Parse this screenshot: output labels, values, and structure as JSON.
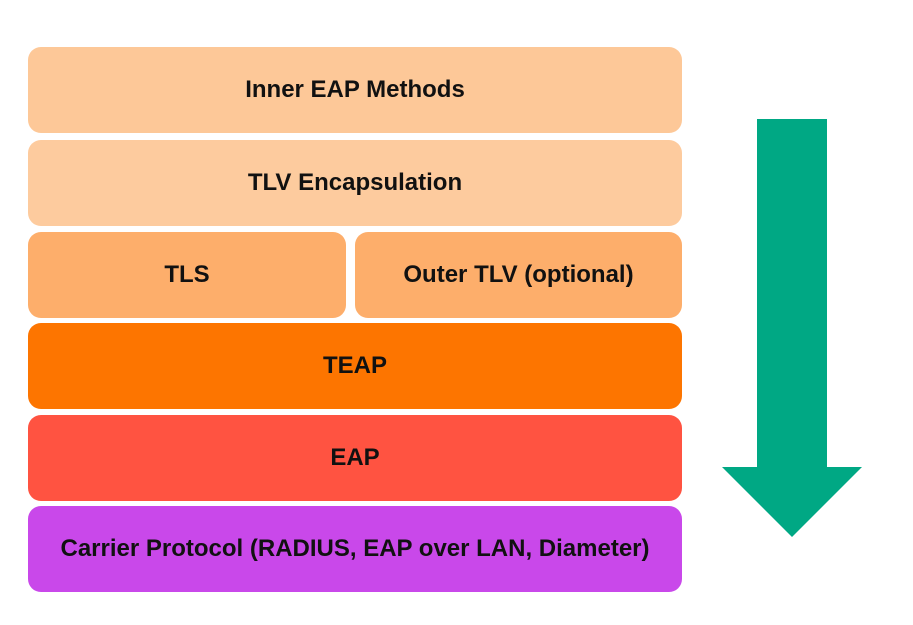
{
  "layers": {
    "inner_eap": {
      "label": "Inner EAP Methods",
      "color": "#FDC898"
    },
    "tlv_encapsulation": {
      "label": "TLV Encapsulation",
      "color": "#FDCB9E"
    },
    "tls": {
      "label": "TLS",
      "color": "#FDAE6B"
    },
    "outer_tlv": {
      "label": "Outer TLV (optional)",
      "color": "#FDAE6B"
    },
    "teap": {
      "label": "TEAP",
      "color": "#FD7500"
    },
    "eap": {
      "label": "EAP",
      "color": "#FF5341"
    },
    "carrier": {
      "label": "Carrier Protocol (RADIUS, EAP over LAN, Diameter)",
      "color": "#C948EA"
    }
  },
  "arrow": {
    "direction": "down",
    "color": "#00A884"
  }
}
